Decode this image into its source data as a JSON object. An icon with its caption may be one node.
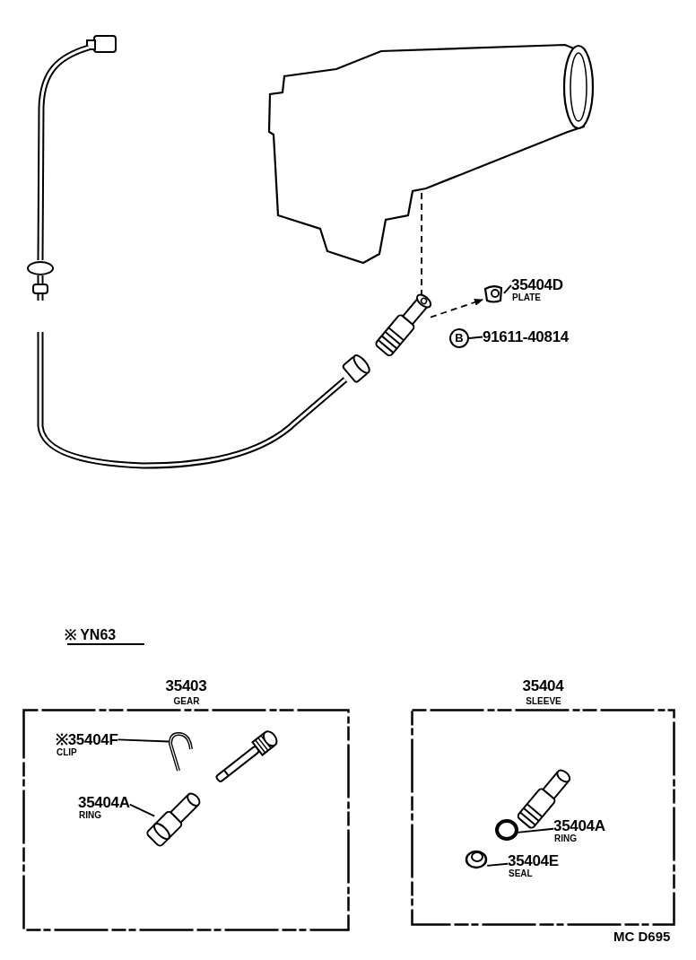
{
  "diagram": {
    "nodes": [
      {
        "text": [],
        "shape": "picture"
      },
      {
        "text": [],
        "shape": "picture"
      },
      {
        "text": [],
        "shape": "picture"
      },
      {
        "text": [],
        "shape": "picture"
      },
      {
        "text": [
          "35404D",
          "PLATE"
        ]
      },
      {
        "text": [
          "B"
        ]
      },
      {
        "text": [
          "91611-40814"
        ]
      },
      {
        "text": [
          "35403",
          "GEAR"
        ]
      },
      {
        "text": [],
        "shape": "picture",
        "in": 7
      },
      {
        "text": [
          "※35404F",
          "CLIP"
        ],
        "in": 7
      },
      {
        "text": [],
        "shape": "picture",
        "in": 7
      },
      {
        "text": [],
        "shape": "picture",
        "in": 7
      },
      {
        "text": [
          "35404A",
          "RING"
        ],
        "in": 7
      },
      {
        "text": [
          "35404",
          "SLEEVE"
        ]
      },
      {
        "text": [],
        "shape": "picture",
        "in": 13
      },
      {
        "text": [],
        "shape": "circle",
        "in": 13
      },
      {
        "text": [
          "35404A",
          "RING"
        ],
        "in": 13
      },
      {
        "text": [],
        "shape": "picture",
        "in": 13
      },
      {
        "text": [
          "35404E",
          "SEAL"
        ],
        "in": 13
      }
    ],
    "edges": [
      {
        "from": 0,
        "to": 2,
        "arrow": "none",
        "style": "dashed"
      },
      {
        "from": 2,
        "to": 3,
        "arrow": "to",
        "style": "dashed"
      },
      {
        "from": 4,
        "to": 3,
        "arrow": "none"
      },
      {
        "from": 6,
        "to": 5,
        "arrow": "none"
      },
      {
        "from": 9,
        "to": 8,
        "arrow": "none"
      },
      {
        "from": 12,
        "to": 11,
        "arrow": "none"
      },
      {
        "from": 16,
        "to": 15,
        "arrow": "none"
      },
      {
        "from": 18,
        "to": 17,
        "arrow": "none"
      }
    ],
    "labels": [
      "※ YN63",
      "MC D695"
    ]
  }
}
